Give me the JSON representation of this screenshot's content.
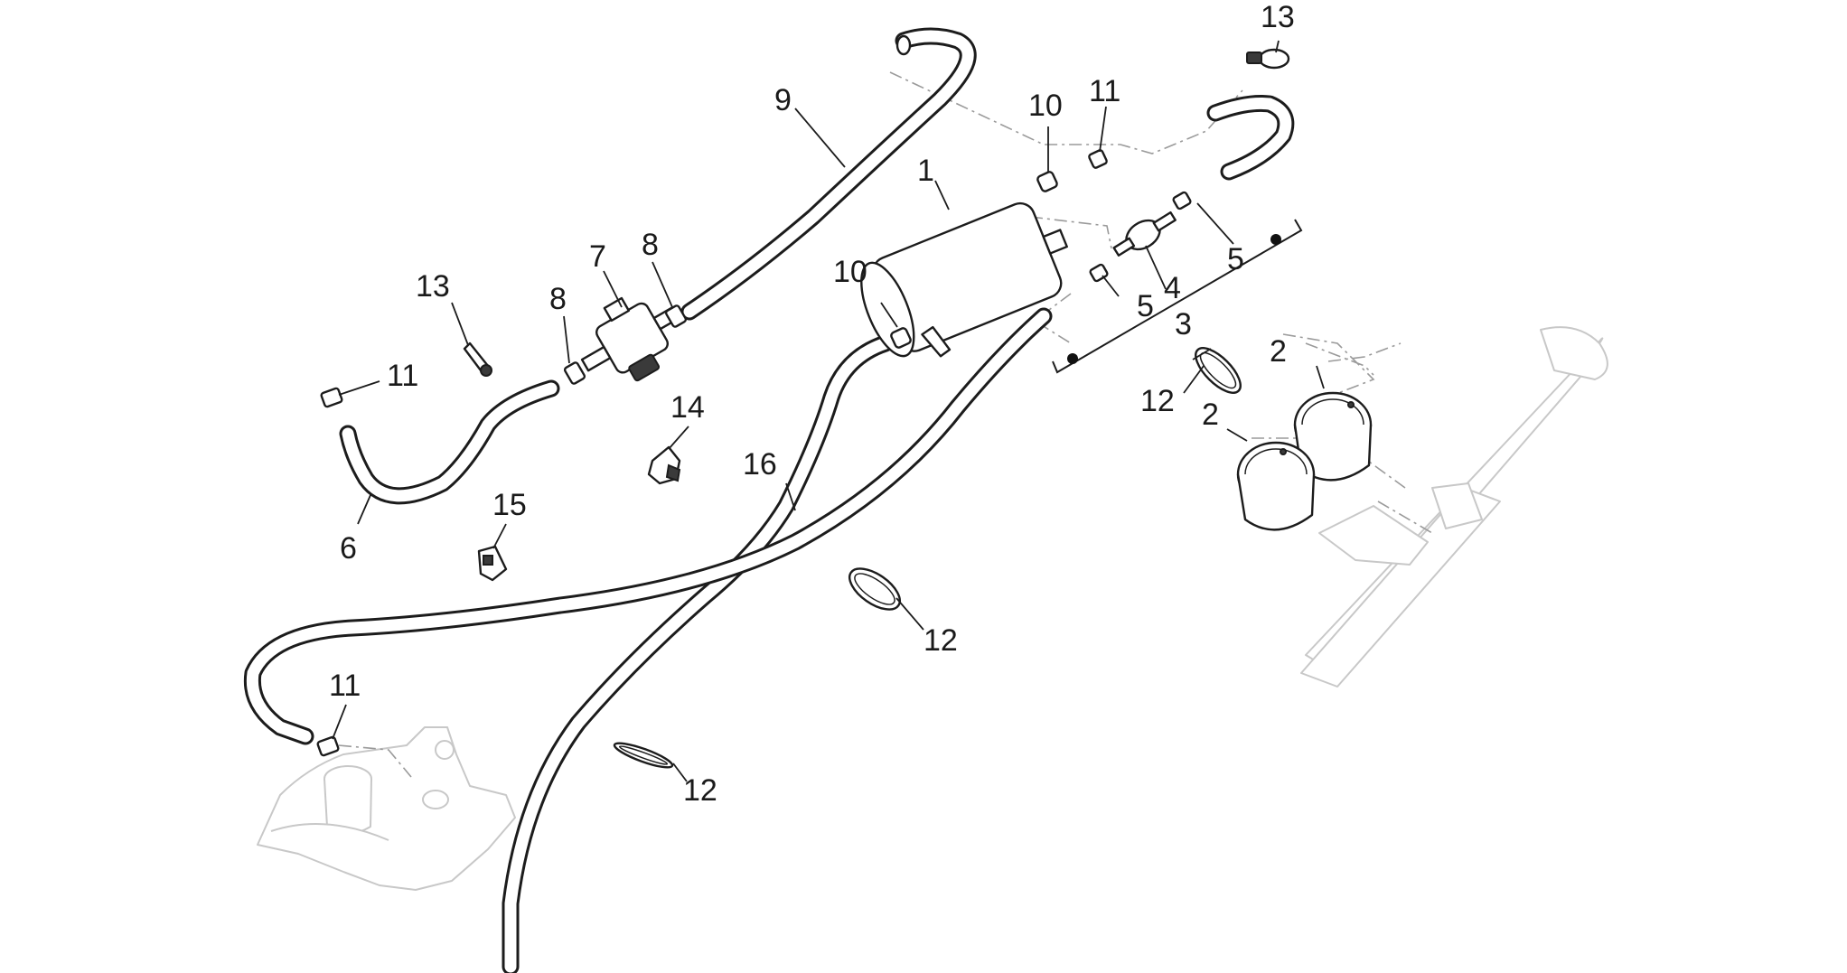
{
  "callouts": [
    {
      "id": "c1",
      "label": "1"
    },
    {
      "id": "c2a",
      "label": "2"
    },
    {
      "id": "c2b",
      "label": "2"
    },
    {
      "id": "c3",
      "label": "3"
    },
    {
      "id": "c4",
      "label": "4"
    },
    {
      "id": "c5a",
      "label": "5"
    },
    {
      "id": "c5b",
      "label": "5"
    },
    {
      "id": "c6",
      "label": "6"
    },
    {
      "id": "c7",
      "label": "7"
    },
    {
      "id": "c8a",
      "label": "8"
    },
    {
      "id": "c8b",
      "label": "8"
    },
    {
      "id": "c9",
      "label": "9"
    },
    {
      "id": "c10a",
      "label": "10"
    },
    {
      "id": "c10b",
      "label": "10"
    },
    {
      "id": "c11a",
      "label": "11"
    },
    {
      "id": "c11b",
      "label": "11"
    },
    {
      "id": "c11c",
      "label": "11"
    },
    {
      "id": "c12a",
      "label": "12"
    },
    {
      "id": "c12b",
      "label": "12"
    },
    {
      "id": "c12c",
      "label": "12"
    },
    {
      "id": "c13a",
      "label": "13"
    },
    {
      "id": "c13b",
      "label": "13"
    },
    {
      "id": "c14",
      "label": "14"
    },
    {
      "id": "c15",
      "label": "15"
    },
    {
      "id": "c16",
      "label": "16"
    }
  ],
  "colors": {
    "line": "#1c1c1c",
    "ghost": "#c8c8c8",
    "background": "#ffffff"
  }
}
